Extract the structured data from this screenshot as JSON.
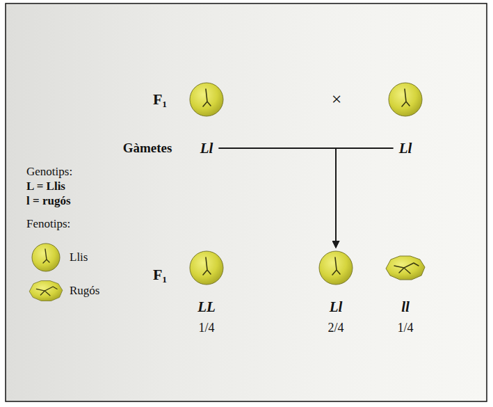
{
  "diagram": {
    "nodes": [
      {
        "text": [
          "Ll"
        ]
      },
      {
        "text": [
          "Ll"
        ]
      },
      {
        "text": [
          "LL",
          "1/4"
        ]
      },
      {
        "text": [
          "Ll",
          "2/4"
        ]
      },
      {
        "text": [
          "ll",
          "1/4"
        ]
      }
    ],
    "edges": [
      {
        "from": 0,
        "to": 3,
        "arrow": "to"
      },
      {
        "from": 1,
        "to": 3,
        "arrow": "to"
      }
    ],
    "labels": [
      "F₁",
      "×",
      "Gàmetes",
      "Genotips:",
      "L = Llis",
      "l = rugós",
      "Fenotips:",
      "F₁"
    ],
    "legend": [
      {
        "text": "Llis"
      },
      {
        "text": "Rugós"
      }
    ]
  }
}
